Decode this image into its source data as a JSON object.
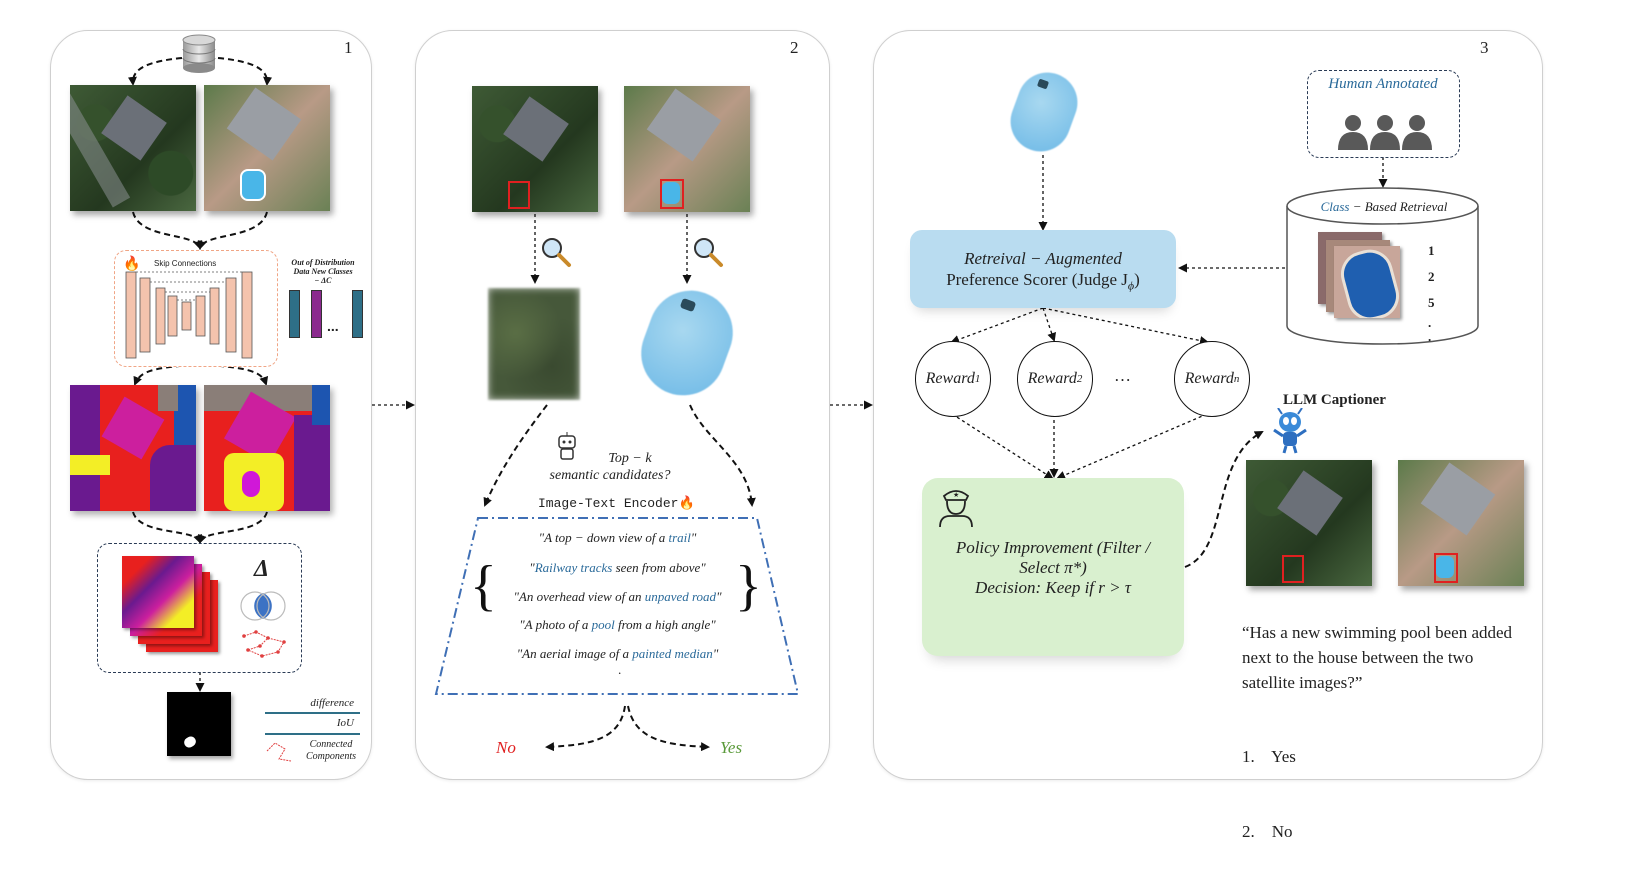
{
  "panels": {
    "p1": "1",
    "p2": "2",
    "p3": "3"
  },
  "step1": {
    "skip_label": "Skip Connections",
    "ood_line1": "Out of Distribution",
    "ood_line2": "Data New Classes",
    "ood_line3": "− ΔC",
    "ellipsis": "...",
    "delta": "Δ",
    "legend": {
      "difference": "difference",
      "iou": "IoU",
      "cc_line1": "Connected",
      "cc_line2": "Components"
    }
  },
  "step2": {
    "topk_line1": "Top −  k",
    "topk_line2": "semantic candidates?",
    "encoder_label": "Image-Text  Encoder",
    "captions": [
      {
        "pre": "\"A top − down view of a ",
        "hl": "trail",
        "post": "\""
      },
      {
        "pre": "\"",
        "hl": "Railway tracks",
        "post": " seen from above\""
      },
      {
        "pre": "\"An overhead view of an ",
        "hl": "unpaved road",
        "post": "\""
      },
      {
        "pre": "\"A photo of a ",
        "hl": "pool",
        "post": " from a high angle\""
      },
      {
        "pre": "\"An aerial image of a ",
        "hl": "painted median",
        "post": "\""
      }
    ],
    "dot": ".",
    "no": "No",
    "yes": "Yes"
  },
  "step3": {
    "human_annotated": "Human Annotated",
    "retrieval_class": "Class",
    "retrieval_rest": " − Based Retrieval",
    "ranks": [
      "1",
      "2",
      "5",
      ".",
      "."
    ],
    "scorer_line1": "Retreival − Augmented",
    "scorer_line2": "Preference Scorer (Judge J",
    "scorer_sub": "ϕ",
    "scorer_end": ")",
    "rewards": [
      {
        "base": "Reward",
        "sub": "1"
      },
      {
        "base": "Reward",
        "sub": "2"
      },
      {
        "base": "Reward",
        "sub": "n"
      }
    ],
    "reward_dots": "…",
    "policy_line1": "Policy Improvement (Filter /",
    "policy_line2": "Select π*)",
    "policy_line3": "Decision: Keep if r >  τ",
    "llm_label": "LLM Captioner",
    "question": "“Has a new swimming pool been added next to the house between the two satellite images?”",
    "options": [
      "1.    Yes",
      "2.    No"
    ]
  },
  "colors": {
    "scorer_bg": "#b9dcf0",
    "policy_bg": "#d9f0cf",
    "pink": "#f4c3ad",
    "teal": "#2e6f87",
    "purple": "#8b2a8e",
    "caption_hl": "#2a6a9a",
    "dash_blue": "#3f6fb5"
  },
  "icons": [
    "database-icon",
    "fire-icon",
    "magnifier-icon",
    "robot-icon",
    "people-icon",
    "police-officer-icon",
    "alien-robot-icon"
  ]
}
